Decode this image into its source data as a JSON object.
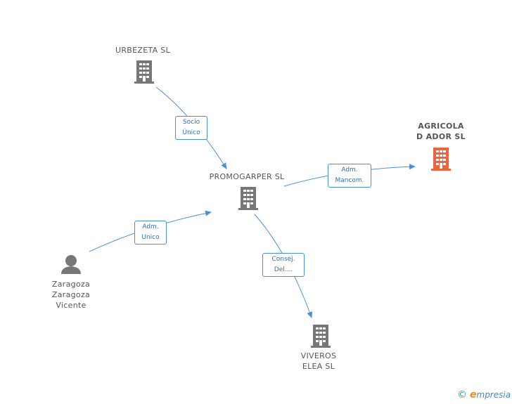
{
  "nodes": {
    "urbezeta": {
      "label_lines": [
        "URBEZETA SL"
      ]
    },
    "agricola": {
      "label_lines": [
        "AGRICOLA",
        "D ADOR SL"
      ]
    },
    "promogarper": {
      "label_lines": [
        "PROMOGARPER SL"
      ]
    },
    "person": {
      "label_lines": [
        "Zaragoza",
        "Zaragoza",
        "Vicente"
      ]
    },
    "viveros": {
      "label_lines": [
        "VIVEROS",
        "ELEA SL"
      ]
    }
  },
  "edges": {
    "socio": {
      "lines": [
        "Socio",
        "Único"
      ]
    },
    "mancom": {
      "lines": [
        "Adm.",
        "Mancom."
      ]
    },
    "unico": {
      "lines": [
        "Adm.",
        "Unico"
      ]
    },
    "consej": {
      "lines": [
        "Consej.",
        "Del...."
      ]
    }
  },
  "colors": {
    "building": "#777777",
    "building_focus": "#f0643c",
    "edge": "#4a90d9",
    "person": "#777777"
  },
  "footer": {
    "copyright": "©",
    "brand_e": "e",
    "brand_rest": "mpresia"
  }
}
